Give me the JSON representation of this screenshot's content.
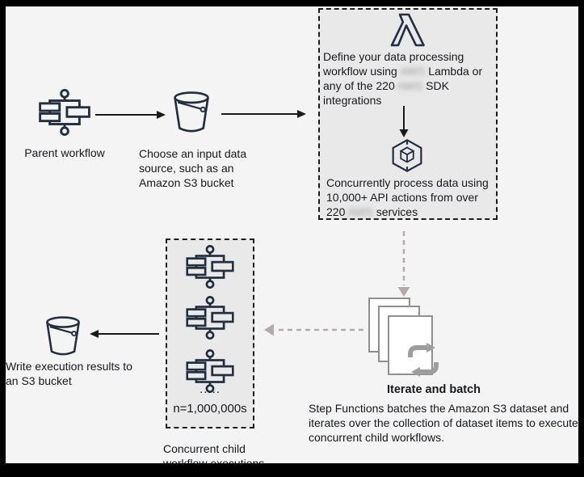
{
  "colors": {
    "background": "#f4f4f5",
    "frame": "#000000",
    "box_fill": "#e9e9ea",
    "icon_stroke": "#232f3e",
    "solid_arrow": "#1a1a1a",
    "dashed_arrow": "#b4aaaa",
    "document_outline": "#909090",
    "sync_gray": "#9e9ea0"
  },
  "nodes": {
    "parent_workflow": {
      "label": "Parent workflow",
      "icon": "workflow-icon"
    },
    "input_bucket": {
      "label": "Choose an input data source, such as an Amazon S3 bucket",
      "icon": "s3-bucket-icon"
    },
    "process_box": {
      "step_lambda": {
        "icon": "lambda-icon",
        "text_part1": "Define your data processing workflow using ",
        "redacted1": "AWS",
        "text_part2": " Lambda or any of the 220 ",
        "redacted2": "AWS",
        "text_part3": " SDK integrations"
      },
      "step_sdk": {
        "icon": "sdk-cube-icon",
        "text_part1": "Concurrently process data using 10,000+ API actions from over 220 ",
        "redacted1": "AWS",
        "text_part2": " services"
      }
    },
    "iterate_batch": {
      "icon": "documents-stack-icon",
      "sub_icon": "sync-arrows-icon",
      "title": "Iterate and batch",
      "description": "Step Functions batches the Amazon S3 dataset and iterates over the collection of dataset items to execute concurrent child workflows."
    },
    "concurrent_executions": {
      "icon": "workflow-icon",
      "ellipsis": ".....",
      "count": "n=1,000,000s",
      "label": "Concurrent child workflow executions"
    },
    "output_bucket": {
      "label": "Write execution results to an S3 bucket",
      "icon": "s3-bucket-icon"
    }
  }
}
